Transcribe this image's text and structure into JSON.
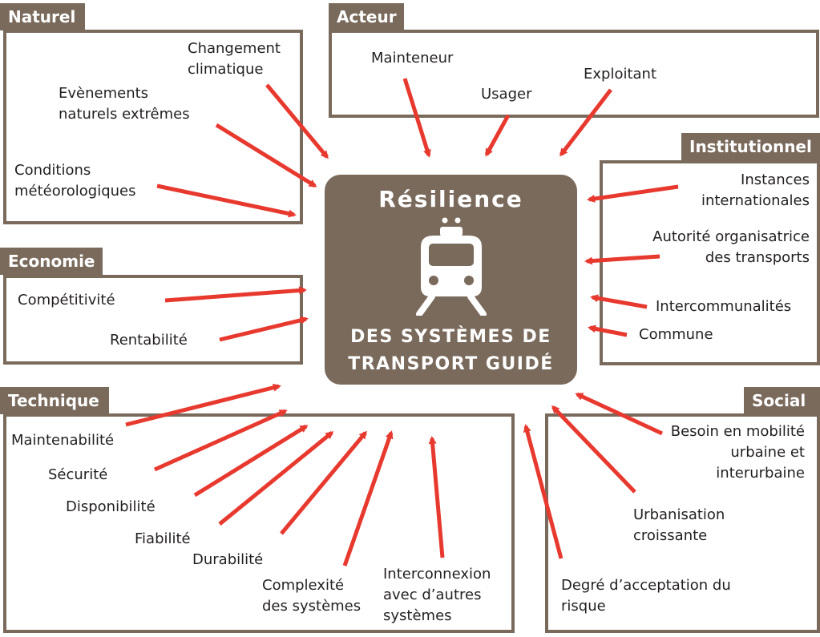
{
  "center": {
    "title": "Résilience",
    "subtitle_line1": "DES SYSTÈMES DE",
    "subtitle_line2": "TRANSPORT GUIDÉ",
    "icon": "train-icon"
  },
  "groups": {
    "naturel": {
      "title": "Naturel",
      "items": [
        "Changement climatique",
        "Evènements naturels extrêmes",
        "Conditions météorologiques"
      ]
    },
    "acteur": {
      "title": "Acteur",
      "items": [
        "Mainteneur",
        "Usager",
        "Exploitant"
      ]
    },
    "institutionnel": {
      "title": "Institutionnel",
      "items": [
        "Instances internationales",
        "Autorité organisatrice des transports",
        "Intercommunalités",
        "Commune"
      ]
    },
    "economie": {
      "title": "Economie",
      "items": [
        "Compétitivité",
        "Rentabilité"
      ]
    },
    "technique": {
      "title": "Technique",
      "items": [
        "Maintenabilité",
        "Sécurité",
        "Disponibilité",
        "Fiabilité",
        "Durabilité",
        "Complexité des systèmes",
        "Interconnexion avec d’autres systèmes"
      ]
    },
    "social": {
      "title": "Social",
      "items": [
        "Besoin en mobilité urbaine et interurbaine",
        "Urbanisation croissante",
        "Degré d’acceptation du risque"
      ]
    }
  },
  "colors": {
    "box": "#7a6a5c",
    "arrow": "#e8392f",
    "text": "#231f20"
  }
}
